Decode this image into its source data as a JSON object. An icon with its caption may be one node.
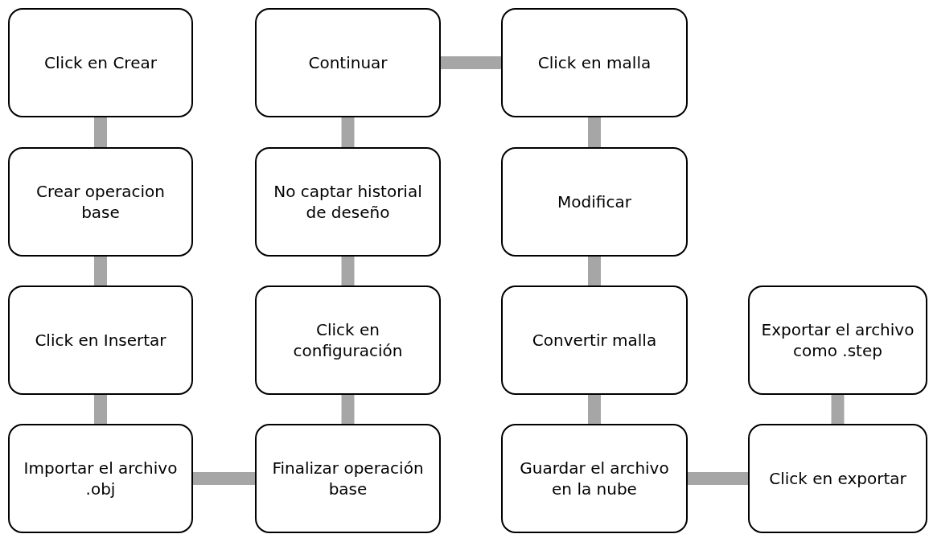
{
  "diagram": {
    "nodes": [
      {
        "text": [
          "Click en Crear"
        ]
      },
      {
        "text": [
          "Crear operacion base"
        ]
      },
      {
        "text": [
          "Click en Insertar"
        ]
      },
      {
        "text": [
          "Importar el archivo .obj"
        ]
      },
      {
        "text": [
          "Finalizar operación base"
        ]
      },
      {
        "text": [
          "Click en configuración"
        ]
      },
      {
        "text": [
          "No captar historial de deseño"
        ]
      },
      {
        "text": [
          "Continuar"
        ]
      },
      {
        "text": [
          "Click en malla"
        ]
      },
      {
        "text": [
          "Modificar"
        ]
      },
      {
        "text": [
          "Convertir malla"
        ]
      },
      {
        "text": [
          "Guardar el archivo en la nube"
        ]
      },
      {
        "text": [
          "Click en exportar"
        ]
      },
      {
        "text": [
          "Exportar el archivo como .step"
        ]
      }
    ],
    "edges": [
      {
        "from": 0,
        "to": 1,
        "arrow": "none"
      },
      {
        "from": 1,
        "to": 2,
        "arrow": "none"
      },
      {
        "from": 2,
        "to": 3,
        "arrow": "none"
      },
      {
        "from": 3,
        "to": 4,
        "arrow": "none"
      },
      {
        "from": 4,
        "to": 5,
        "arrow": "none"
      },
      {
        "from": 5,
        "to": 6,
        "arrow": "none"
      },
      {
        "from": 6,
        "to": 7,
        "arrow": "none"
      },
      {
        "from": 7,
        "to": 8,
        "arrow": "none"
      },
      {
        "from": 8,
        "to": 9,
        "arrow": "none"
      },
      {
        "from": 9,
        "to": 10,
        "arrow": "none"
      },
      {
        "from": 10,
        "to": 11,
        "arrow": "none"
      },
      {
        "from": 11,
        "to": 12,
        "arrow": "none"
      },
      {
        "from": 12,
        "to": 13,
        "arrow": "none"
      }
    ]
  }
}
